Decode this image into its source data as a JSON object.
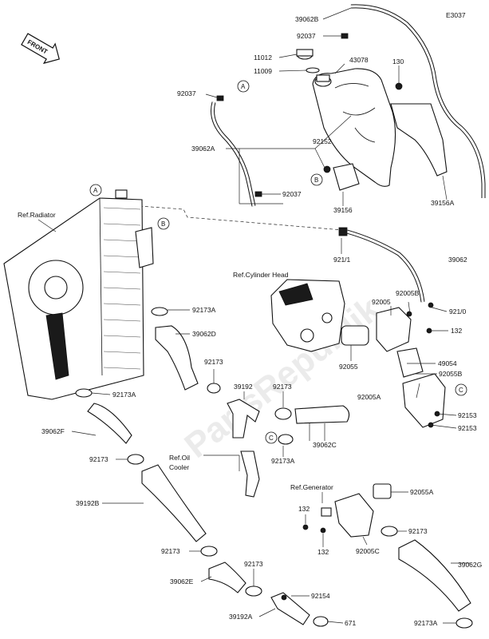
{
  "page_code": "E3037",
  "front_label": "FRONT",
  "watermark": "PartsRepublik",
  "callouts": {
    "a": "A",
    "b": "B",
    "c": "C"
  },
  "labels": {
    "p39062B": "39062B",
    "p92037_top": "92037",
    "p11012": "11012",
    "p43078": "43078",
    "p130": "130",
    "p11009": "11009",
    "p92037_a": "92037",
    "p39062A": "39062A",
    "p92152": "92152",
    "p92037_b": "92037",
    "p39156": "39156",
    "p39156A": "39156A",
    "ref_radiator": "Ref.Radiator",
    "p921_1": "921/1",
    "p39062": "39062",
    "ref_cyl_head": "Ref.Cylinder Head",
    "p92005B": "92005B",
    "p92005": "92005",
    "p921_0": "921/0",
    "p132_a": "132",
    "p92173A_1": "92173A",
    "p39062D": "39062D",
    "p49054": "49054",
    "p92055": "92055",
    "p92055B": "92055B",
    "p92173_1": "92173",
    "p92005A": "92005A",
    "p92173A_2": "92173A",
    "p39192": "39192",
    "p92173_2": "92173",
    "p92153_a": "92153",
    "p92153_b": "92153",
    "p39062F": "39062F",
    "p39062C": "39062C",
    "ref_oil_cooler_1": "Ref.Oil",
    "ref_oil_cooler_2": "Cooler",
    "p92173A_3": "92173A",
    "p92173_3": "92173",
    "p39192B": "39192B",
    "ref_generator": "Ref.Generator",
    "p92055A": "92055A",
    "p132_b": "132",
    "p132_c": "132",
    "p92173_4": "92173",
    "p92005C": "92005C",
    "p92173_5": "92173",
    "p39062G": "39062G",
    "p39062E": "39062E",
    "p92173_6": "92173",
    "p92154": "92154",
    "p39192A": "39192A",
    "p671": "671",
    "p92173A_4": "92173A"
  }
}
